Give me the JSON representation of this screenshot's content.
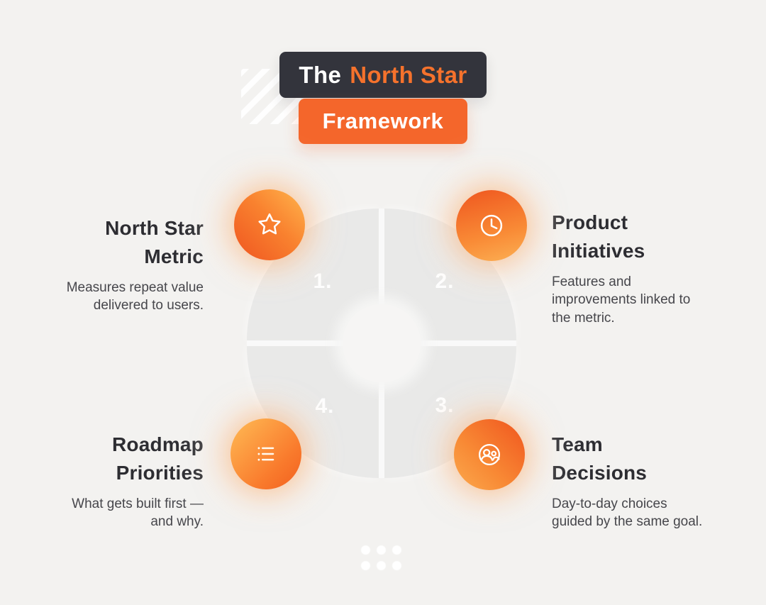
{
  "title": {
    "prefix": "The",
    "highlight": "North Star",
    "subtitle": "Framework",
    "dark_bar_color": "#33343c",
    "orange_bar_color": "#f4662b",
    "highlight_color": "#f5722c"
  },
  "items": [
    {
      "number": "1.",
      "icon": "star-icon",
      "heading": "North Star\nMetric",
      "body": "Measures repeat value\ndelivered to users."
    },
    {
      "number": "2.",
      "icon": "clock-icon",
      "heading": "Product\nInitiatives",
      "body": "Features and\nimprovements linked to\nthe metric."
    },
    {
      "number": "3.",
      "icon": "team-icon",
      "heading": "Team\nDecisions",
      "body": "Day-to-day choices\nguided by the same goal."
    },
    {
      "number": "4.",
      "icon": "list-icon",
      "heading": "Roadmap\nPriorities",
      "body": "What gets built first —\nand why."
    }
  ],
  "colors": {
    "background": "#f3f2f0",
    "wheel_segment": "#e9e9e8",
    "badge_orange_deep": "#ef5520",
    "badge_orange_light": "#ffb54d",
    "heading_text": "#2d2d32",
    "body_text": "#46464b"
  }
}
